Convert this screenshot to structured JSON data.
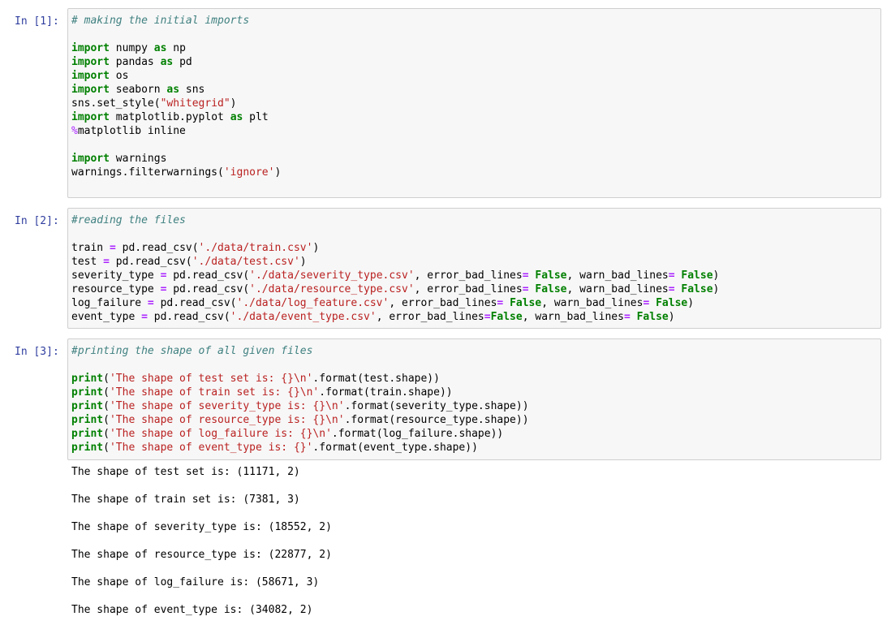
{
  "cells": [
    {
      "prompt": "In [1]:",
      "lines": [
        [
          {
            "t": "comment",
            "v": "# making the initial imports"
          }
        ],
        [],
        [
          {
            "t": "kw",
            "v": "import"
          },
          {
            "t": "plain",
            "v": " numpy "
          },
          {
            "t": "kw",
            "v": "as"
          },
          {
            "t": "plain",
            "v": " np"
          }
        ],
        [
          {
            "t": "kw",
            "v": "import"
          },
          {
            "t": "plain",
            "v": " pandas "
          },
          {
            "t": "kw",
            "v": "as"
          },
          {
            "t": "plain",
            "v": " pd"
          }
        ],
        [
          {
            "t": "kw",
            "v": "import"
          },
          {
            "t": "plain",
            "v": " os"
          }
        ],
        [
          {
            "t": "kw",
            "v": "import"
          },
          {
            "t": "plain",
            "v": " seaborn "
          },
          {
            "t": "kw",
            "v": "as"
          },
          {
            "t": "plain",
            "v": " sns"
          }
        ],
        [
          {
            "t": "plain",
            "v": "sns.set_style("
          },
          {
            "t": "str",
            "v": "\"whitegrid\""
          },
          {
            "t": "plain",
            "v": ")"
          }
        ],
        [
          {
            "t": "kw",
            "v": "import"
          },
          {
            "t": "plain",
            "v": " matplotlib.pyplot "
          },
          {
            "t": "kw",
            "v": "as"
          },
          {
            "t": "plain",
            "v": " plt"
          }
        ],
        [
          {
            "t": "magic",
            "v": "%"
          },
          {
            "t": "plain",
            "v": "matplotlib inline"
          }
        ],
        [],
        [
          {
            "t": "kw",
            "v": "import"
          },
          {
            "t": "plain",
            "v": " warnings"
          }
        ],
        [
          {
            "t": "plain",
            "v": "warnings.filterwarnings("
          },
          {
            "t": "str",
            "v": "'ignore'"
          },
          {
            "t": "plain",
            "v": ")"
          }
        ],
        []
      ],
      "outputs": []
    },
    {
      "prompt": "In [2]:",
      "lines": [
        [
          {
            "t": "comment",
            "v": "#reading the files"
          }
        ],
        [],
        [
          {
            "t": "plain",
            "v": "train "
          },
          {
            "t": "op",
            "v": "="
          },
          {
            "t": "plain",
            "v": " pd.read_csv("
          },
          {
            "t": "str",
            "v": "'./data/train.csv'"
          },
          {
            "t": "plain",
            "v": ")"
          }
        ],
        [
          {
            "t": "plain",
            "v": "test "
          },
          {
            "t": "op",
            "v": "="
          },
          {
            "t": "plain",
            "v": " pd.read_csv("
          },
          {
            "t": "str",
            "v": "'./data/test.csv'"
          },
          {
            "t": "plain",
            "v": ")"
          }
        ],
        [
          {
            "t": "plain",
            "v": "severity_type "
          },
          {
            "t": "op",
            "v": "="
          },
          {
            "t": "plain",
            "v": " pd.read_csv("
          },
          {
            "t": "str",
            "v": "'./data/severity_type.csv'"
          },
          {
            "t": "plain",
            "v": ", error_bad_lines"
          },
          {
            "t": "op",
            "v": "="
          },
          {
            "t": "plain",
            "v": " "
          },
          {
            "t": "kw",
            "v": "False"
          },
          {
            "t": "plain",
            "v": ", warn_bad_lines"
          },
          {
            "t": "op",
            "v": "="
          },
          {
            "t": "plain",
            "v": " "
          },
          {
            "t": "kw",
            "v": "False"
          },
          {
            "t": "plain",
            "v": ")"
          }
        ],
        [
          {
            "t": "plain",
            "v": "resource_type "
          },
          {
            "t": "op",
            "v": "="
          },
          {
            "t": "plain",
            "v": " pd.read_csv("
          },
          {
            "t": "str",
            "v": "'./data/resource_type.csv'"
          },
          {
            "t": "plain",
            "v": ", error_bad_lines"
          },
          {
            "t": "op",
            "v": "="
          },
          {
            "t": "plain",
            "v": " "
          },
          {
            "t": "kw",
            "v": "False"
          },
          {
            "t": "plain",
            "v": ", warn_bad_lines"
          },
          {
            "t": "op",
            "v": "="
          },
          {
            "t": "plain",
            "v": " "
          },
          {
            "t": "kw",
            "v": "False"
          },
          {
            "t": "plain",
            "v": ")"
          }
        ],
        [
          {
            "t": "plain",
            "v": "log_failure "
          },
          {
            "t": "op",
            "v": "="
          },
          {
            "t": "plain",
            "v": " pd.read_csv("
          },
          {
            "t": "str",
            "v": "'./data/log_feature.csv'"
          },
          {
            "t": "plain",
            "v": ", error_bad_lines"
          },
          {
            "t": "op",
            "v": "="
          },
          {
            "t": "plain",
            "v": " "
          },
          {
            "t": "kw",
            "v": "False"
          },
          {
            "t": "plain",
            "v": ", warn_bad_lines"
          },
          {
            "t": "op",
            "v": "="
          },
          {
            "t": "plain",
            "v": " "
          },
          {
            "t": "kw",
            "v": "False"
          },
          {
            "t": "plain",
            "v": ")"
          }
        ],
        [
          {
            "t": "plain",
            "v": "event_type "
          },
          {
            "t": "op",
            "v": "="
          },
          {
            "t": "plain",
            "v": " pd.read_csv("
          },
          {
            "t": "str",
            "v": "'./data/event_type.csv'"
          },
          {
            "t": "plain",
            "v": ", error_bad_lines"
          },
          {
            "t": "op",
            "v": "="
          },
          {
            "t": "kw",
            "v": "False"
          },
          {
            "t": "plain",
            "v": ", warn_bad_lines"
          },
          {
            "t": "op",
            "v": "="
          },
          {
            "t": "plain",
            "v": " "
          },
          {
            "t": "kw",
            "v": "False"
          },
          {
            "t": "plain",
            "v": ")"
          }
        ]
      ],
      "outputs": []
    },
    {
      "prompt": "In [3]:",
      "lines": [
        [
          {
            "t": "comment",
            "v": "#printing the shape of all given files"
          }
        ],
        [],
        [
          {
            "t": "kw",
            "v": "print"
          },
          {
            "t": "plain",
            "v": "("
          },
          {
            "t": "str",
            "v": "'The shape of test set is: {}\\n'"
          },
          {
            "t": "plain",
            "v": ".format(test.shape))"
          }
        ],
        [
          {
            "t": "kw",
            "v": "print"
          },
          {
            "t": "plain",
            "v": "("
          },
          {
            "t": "str",
            "v": "'The shape of train set is: {}\\n'"
          },
          {
            "t": "plain",
            "v": ".format(train.shape))"
          }
        ],
        [
          {
            "t": "kw",
            "v": "print"
          },
          {
            "t": "plain",
            "v": "("
          },
          {
            "t": "str",
            "v": "'The shape of severity_type is: {}\\n'"
          },
          {
            "t": "plain",
            "v": ".format(severity_type.shape))"
          }
        ],
        [
          {
            "t": "kw",
            "v": "print"
          },
          {
            "t": "plain",
            "v": "("
          },
          {
            "t": "str",
            "v": "'The shape of resource_type is: {}\\n'"
          },
          {
            "t": "plain",
            "v": ".format(resource_type.shape))"
          }
        ],
        [
          {
            "t": "kw",
            "v": "print"
          },
          {
            "t": "plain",
            "v": "("
          },
          {
            "t": "str",
            "v": "'The shape of log_failure is: {}\\n'"
          },
          {
            "t": "plain",
            "v": ".format(log_failure.shape))"
          }
        ],
        [
          {
            "t": "kw",
            "v": "print"
          },
          {
            "t": "plain",
            "v": "("
          },
          {
            "t": "str",
            "v": "'The shape of event_type is: {}'"
          },
          {
            "t": "plain",
            "v": ".format(event_type.shape))"
          }
        ]
      ],
      "outputs": [
        "The shape of test set is: (11171, 2)",
        "",
        "The shape of train set is: (7381, 3)",
        "",
        "The shape of severity_type is: (18552, 2)",
        "",
        "The shape of resource_type is: (22877, 2)",
        "",
        "The shape of log_failure is: (58671, 3)",
        "",
        "The shape of event_type is: (34082, 2)"
      ]
    }
  ]
}
